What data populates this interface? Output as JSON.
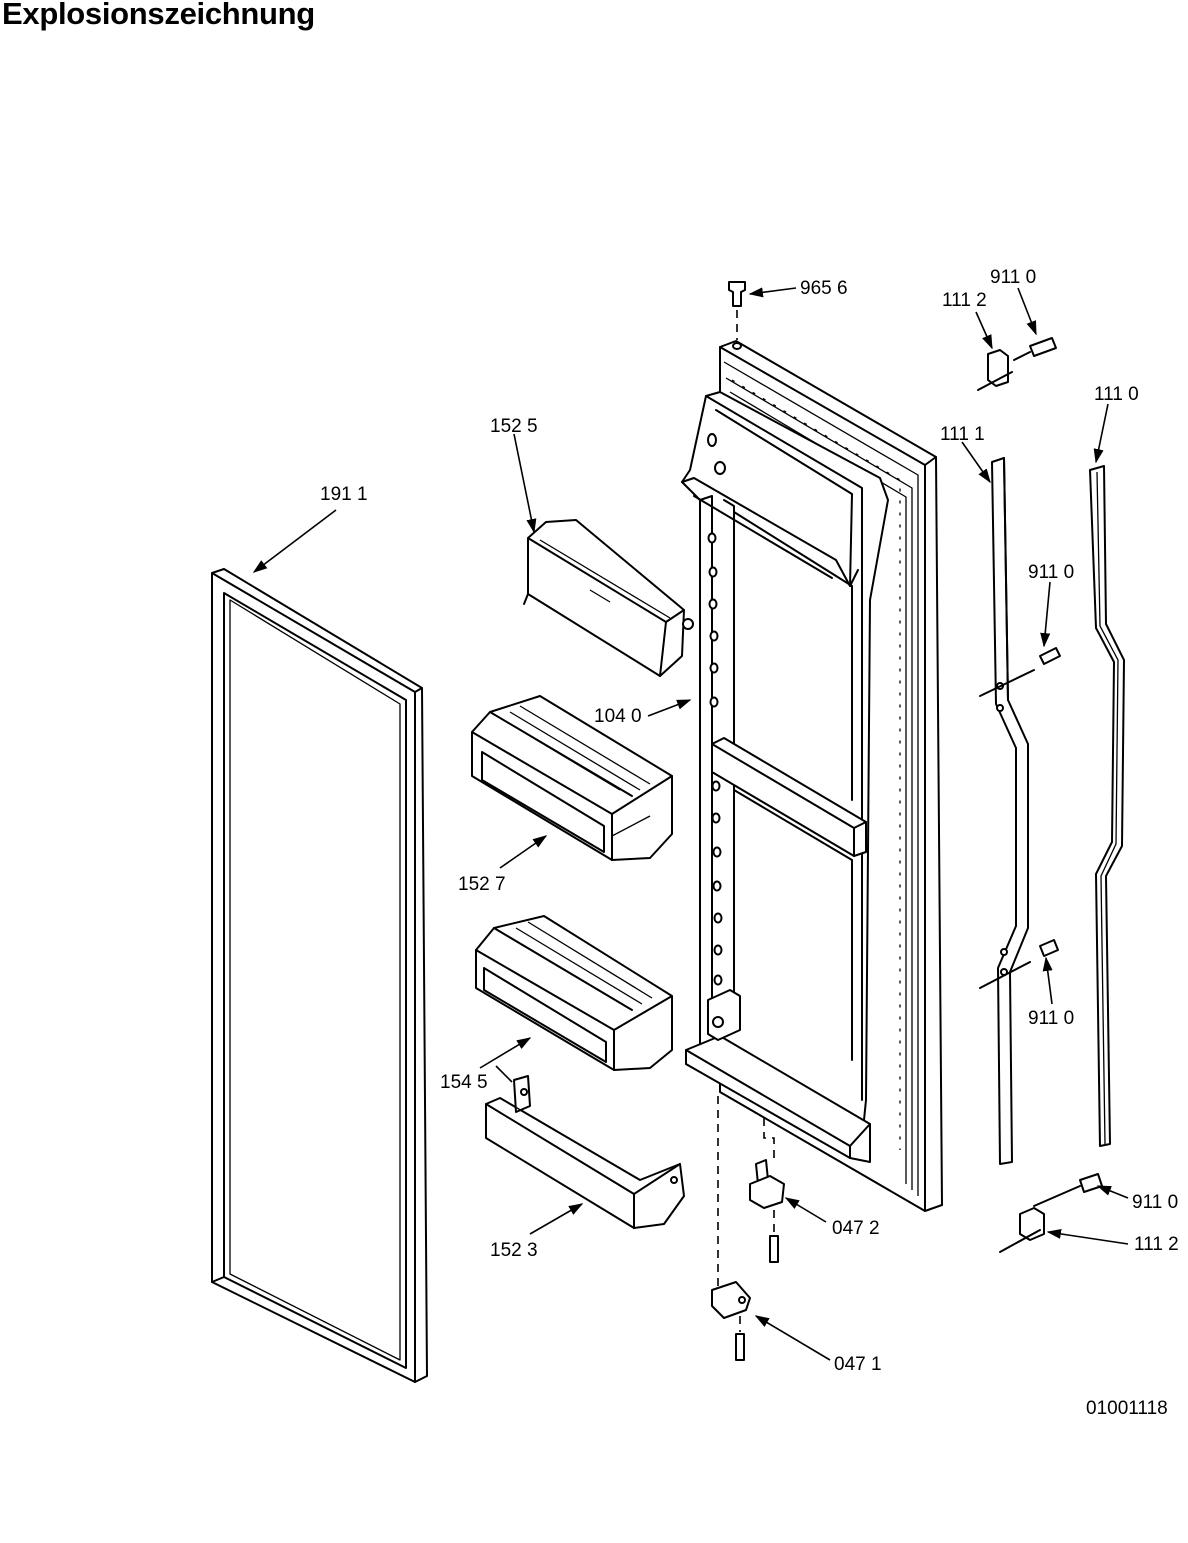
{
  "title": "Explosionszeichnung",
  "document_number": "01001118",
  "callouts": {
    "c9656": "965 6",
    "c9110_top": "911 0",
    "c1112_top": "111 2",
    "c1110": "111 0",
    "c1525": "152 5",
    "c1111": "111 1",
    "c1911": "191 1",
    "c9110_mid": "911 0",
    "c1040": "104 0",
    "c1527": "152 7",
    "c9110_low": "911 0",
    "c1545": "154 5",
    "c9110_bot": "911 0",
    "c0472": "047 2",
    "c1112_bot": "111 2",
    "c1523": "152 3",
    "c0471": "047 1"
  }
}
